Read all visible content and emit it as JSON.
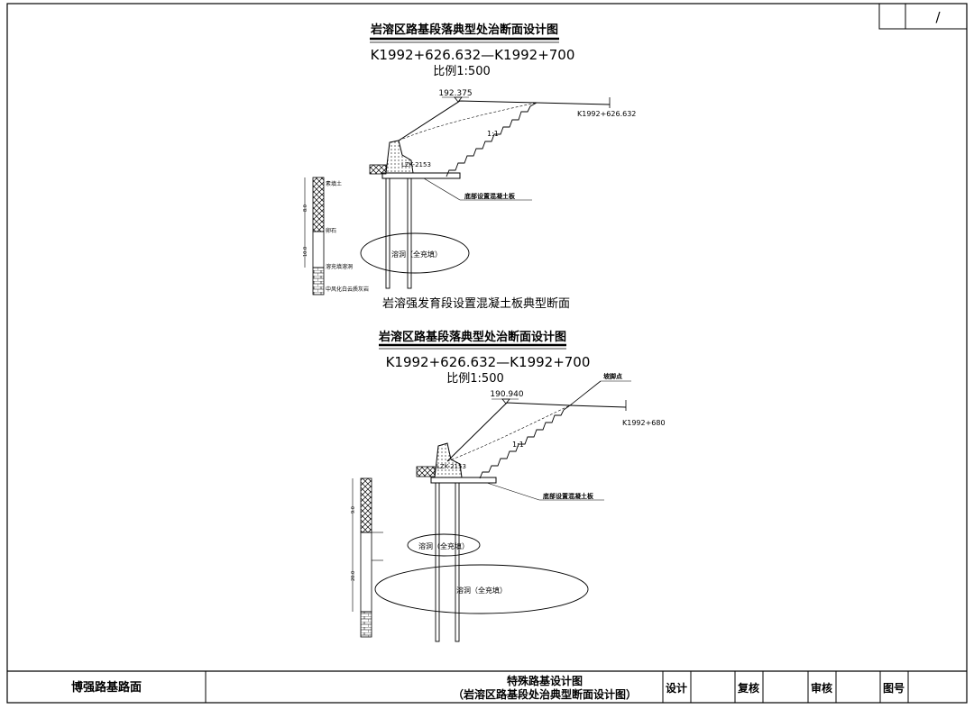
{
  "page_number": "/",
  "section_a": {
    "title": "岩溶区路基段落典型处治断面设计图",
    "station_range": "K1992+626.632—K1992+700",
    "scale": "比例1:500",
    "elevation": "192.375",
    "station_label": "K1992+626.632",
    "slope_ratio": "1:1",
    "pile_id": "LZK-2153",
    "plate_note": "底部设置混凝土板",
    "cave_label": "溶洞（全充填）",
    "layers": [
      "素填土",
      "卵石",
      "溶充填溶洞",
      "中风化白云质灰岩"
    ],
    "depth_labels": [
      "8.0",
      "10.0"
    ],
    "caption": "岩溶强发育段设置混凝土板典型断面"
  },
  "section_b": {
    "title": "岩溶区路基段落典型处治断面设计图",
    "station_range": "K1992+626.632—K1992+700",
    "scale": "比例1:500",
    "elevation": "190.940",
    "station_label": "K1992+680",
    "slope_ratio": "1:1",
    "pile_id": "LZK-2153",
    "plate_note": "底部设置混凝土板",
    "slope_point": "坡脚点",
    "cave_label_1": "溶洞（全充填）",
    "cave_label_2": "溶洞（全充填）",
    "depth_labels": [
      "9.0",
      "20.0"
    ]
  },
  "title_block": {
    "project": "博强路基路面",
    "drawing_title_1": "特殊路基设计图",
    "drawing_title_2": "（岩溶区路基段处治典型断面设计图）",
    "design": "设计",
    "review": "复核",
    "approve": "审核",
    "drawing_no": "图号"
  }
}
